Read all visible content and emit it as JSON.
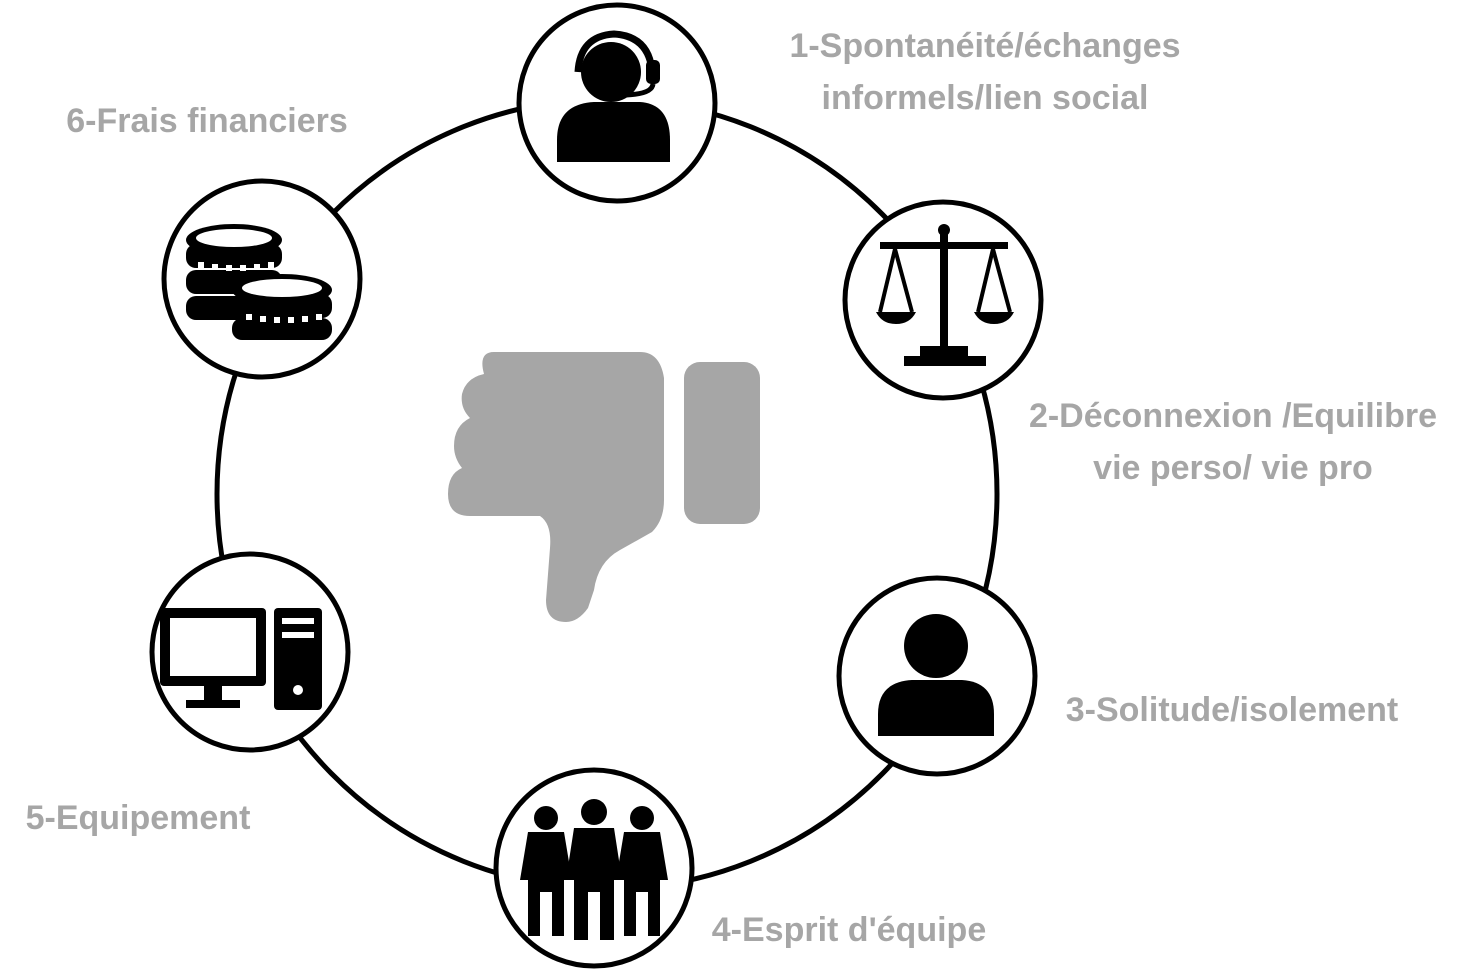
{
  "diagram": {
    "center_icon": "thumbs-down-icon",
    "colors": {
      "label": "#a6a6a6",
      "icon": "#000000",
      "center_icon": "#a6a6a6",
      "ring": "#000000"
    },
    "nodes": [
      {
        "icon": "headset-operator-icon",
        "lines": [
          "1-Spontanéité/échanges",
          "informels/lien social"
        ]
      },
      {
        "icon": "balance-scale-icon",
        "lines": [
          "2-Déconnexion /Equilibre",
          "vie perso/ vie pro"
        ]
      },
      {
        "icon": "person-icon",
        "lines": [
          "3-Solitude/isolement"
        ]
      },
      {
        "icon": "team-icon",
        "lines": [
          "4-Esprit d'équipe"
        ]
      },
      {
        "icon": "desktop-computer-icon",
        "lines": [
          "5-Equipement"
        ]
      },
      {
        "icon": "coins-icon",
        "lines": [
          "6-Frais financiers"
        ]
      }
    ]
  }
}
